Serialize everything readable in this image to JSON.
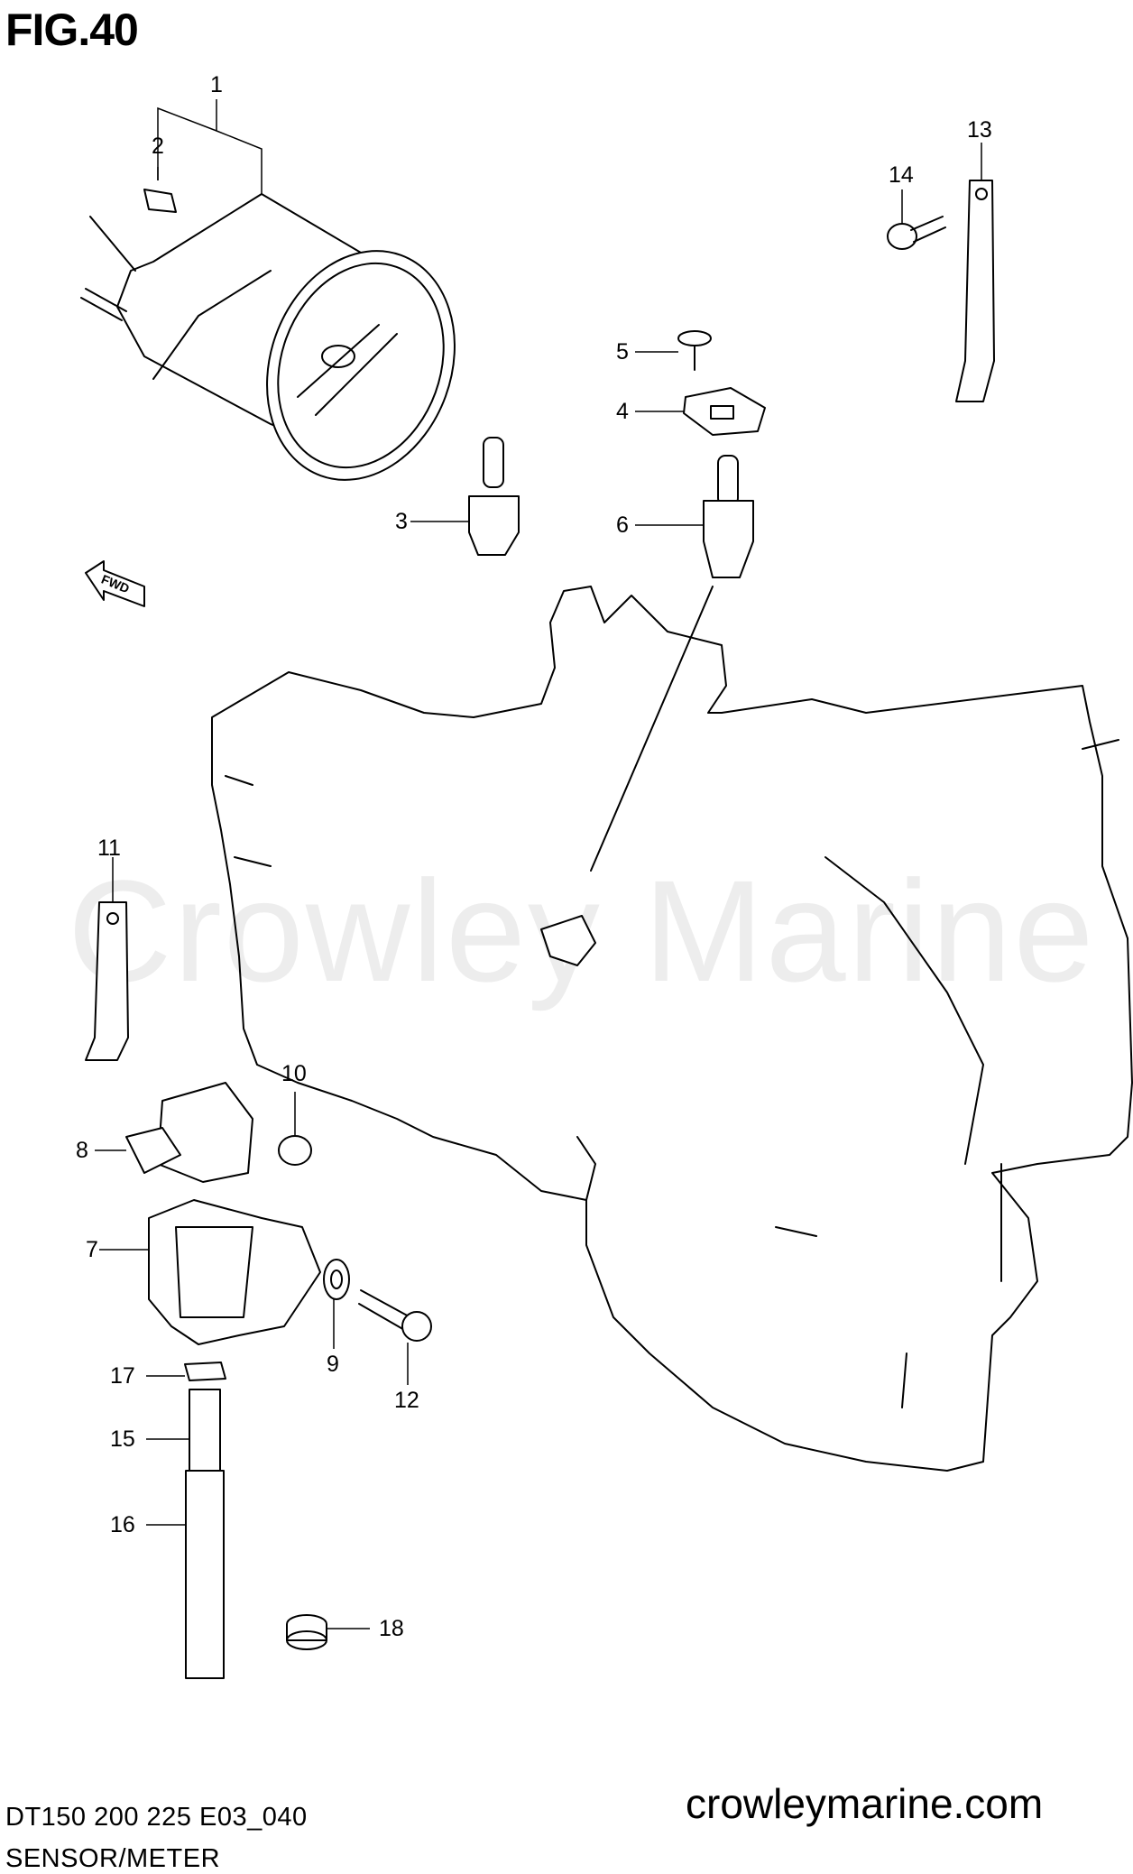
{
  "figure": {
    "title": "FIG.40",
    "watermark": "Crowley Marine",
    "website": "crowleymarine.com",
    "model_code": "DT150 200 225 E03_040",
    "section_name": "SENSOR/METER"
  },
  "callouts": {
    "c1": "1",
    "c2": "2",
    "c3": "3",
    "c4": "4",
    "c5": "5",
    "c6": "6",
    "c7": "7",
    "c8": "8",
    "c9": "9",
    "c10": "10",
    "c11": "11",
    "c12": "12",
    "c13": "13",
    "c14": "14",
    "c15": "15",
    "c16": "16",
    "c17": "17",
    "c18": "18"
  },
  "fwd_arrow_text": "FWD"
}
